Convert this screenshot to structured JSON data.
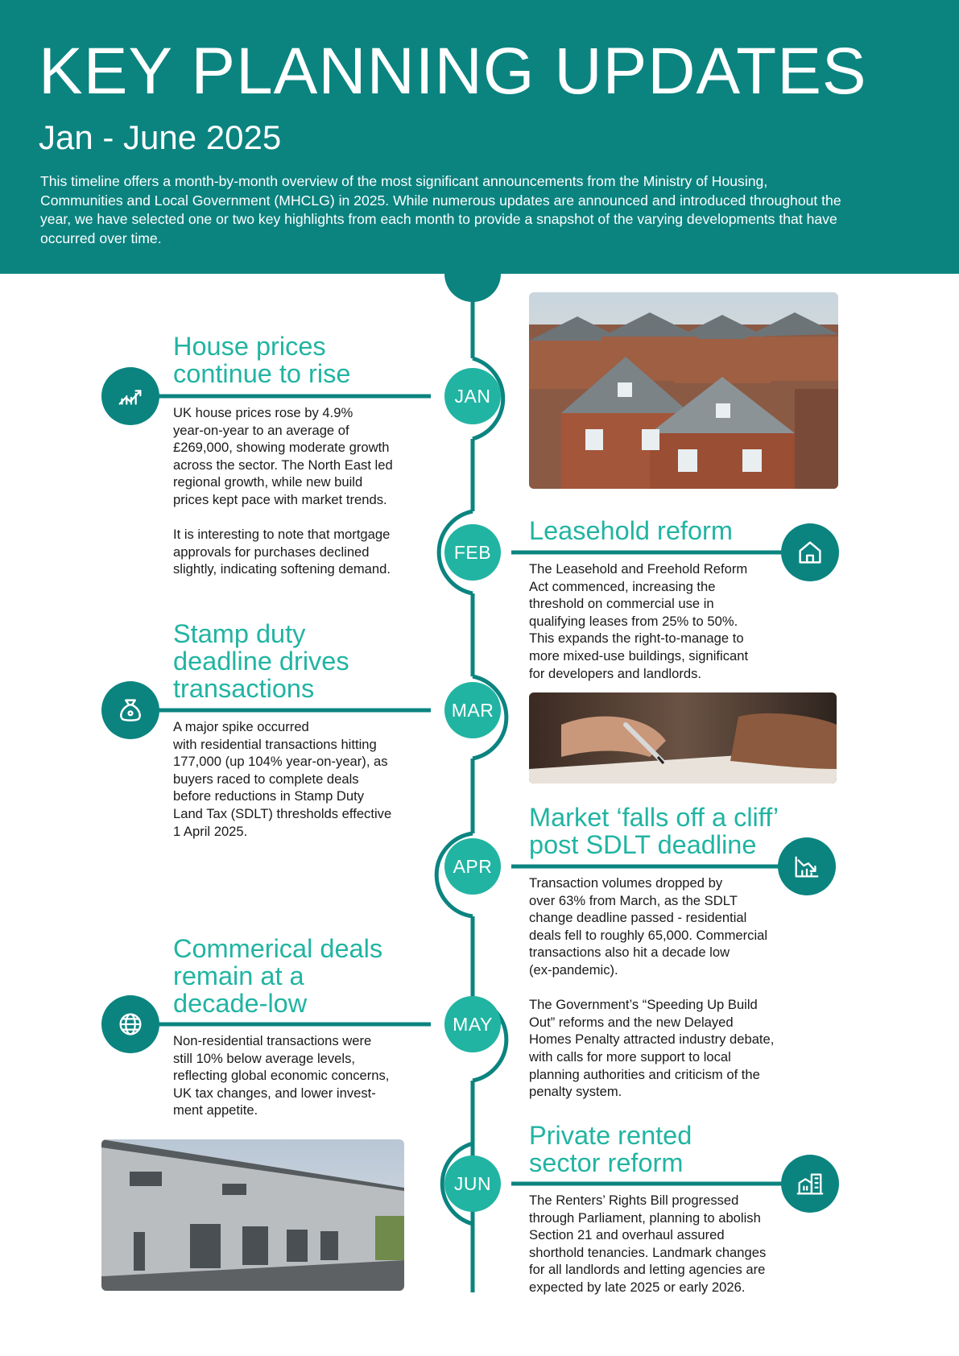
{
  "header": {
    "title": "KEY PLANNING UPDATES",
    "subtitle": "Jan - June 2025",
    "intro": "This timeline offers a month-by-month overview of the most significant announcements from the Ministry of Housing, Communities and Local Government (MHCLG) in 2025. While numerous updates are announced and introduced throughout the year, we have selected one or two key highlights from each month to provide a snapshot of the varying developments that have occurred over time."
  },
  "colors": {
    "primary": "#0b8480",
    "accent": "#21b4a2",
    "text": "#1a1a1a"
  },
  "months": [
    "JAN",
    "FEB",
    "MAR",
    "APR",
    "MAY",
    "JUN"
  ],
  "entries": {
    "jan": {
      "icon": "growth-chart-icon",
      "heading_lines": [
        "House prices",
        "continue to rise"
      ],
      "paragraphs": [
        [
          "UK house prices rose by 4.9%",
          "year-on-year to an average of",
          "£269,000, showing moderate growth",
          "across the sector. The North East led",
          "regional growth, while new build",
          "prices kept pace with market trends."
        ],
        [
          "It is interesting to note that mortgage",
          "approvals for purchases declined",
          "slightly, indicating softening demand."
        ]
      ]
    },
    "feb": {
      "icon": "house-icon",
      "heading_lines": [
        "Leasehold reform"
      ],
      "paragraphs": [
        [
          "The Leasehold and Freehold Reform",
          "Act commenced, increasing the",
          "threshold on commercial use in",
          "qualifying leases from 25% to 50%.",
          "This expands the right-to-manage to",
          "more mixed-use buildings, significant",
          "for developers and landlords."
        ]
      ]
    },
    "mar": {
      "icon": "money-bag-icon",
      "heading_lines": [
        "Stamp duty",
        "deadline drives",
        "transactions"
      ],
      "paragraphs": [
        [
          "A major spike occurred",
          "with residential transactions hitting",
          "177,000 (up 104% year-on-year), as",
          "buyers raced to complete deals",
          "before reductions in Stamp Duty",
          "Land Tax (SDLT) thresholds effective",
          "1 April 2025."
        ]
      ]
    },
    "apr": {
      "icon": "declining-chart-icon",
      "heading_lines": [
        "Market ‘falls off a cliff’",
        "post SDLT deadline"
      ],
      "paragraphs": [
        [
          "Transaction volumes dropped by",
          "over 63% from March, as the SDLT",
          "change deadline passed - residential",
          "deals fell to roughly 65,000. Commercial",
          "transactions also hit a decade low",
          "(ex-pandemic)."
        ],
        [
          "The Government’s “Speeding Up Build",
          "Out” reforms and the new Delayed",
          "Homes Penalty attracted industry debate,",
          "with calls for more support to local",
          "planning authorities and criticism of the",
          "penalty system."
        ]
      ]
    },
    "may": {
      "icon": "globe-icon",
      "heading_lines": [
        "Commerical deals",
        "remain at a",
        "decade-low"
      ],
      "paragraphs": [
        [
          "Non-residential transactions were",
          "still 10% below average levels,",
          "reflecting global economic concerns,",
          "UK tax changes, and lower invest-",
          "ment appetite."
        ]
      ]
    },
    "jun": {
      "icon": "buildings-icon",
      "heading_lines": [
        "Private rented",
        "sector reform"
      ],
      "paragraphs": [
        [
          "The Renters’ Rights Bill progressed",
          "through Parliament, planning to abolish",
          "Section 21 and overhaul assured",
          "shorthold tenancies. Landmark changes",
          "for all landlords and letting agencies are",
          "expected by late 2025 or early 2026."
        ]
      ]
    }
  }
}
